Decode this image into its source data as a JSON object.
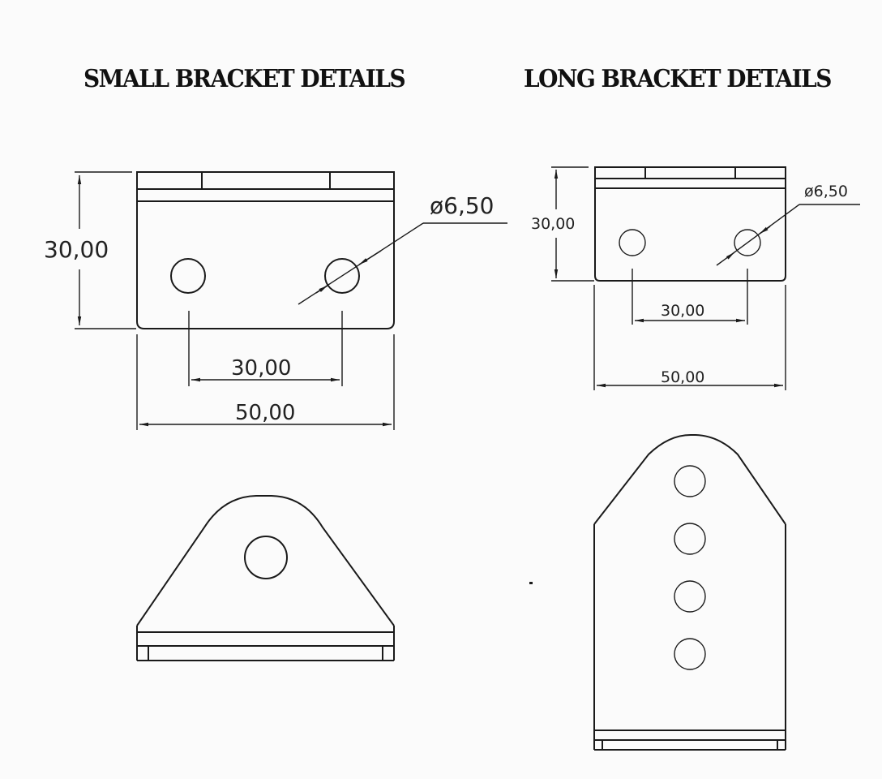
{
  "titles": {
    "small": "SMALL BRACKET DETAILS",
    "long": "LONG BRACKET DETAILS"
  },
  "small_bracket": {
    "height_dim": "30,00",
    "hole_spacing_dim": "30,00",
    "width_dim": "50,00",
    "hole_diameter_dim": "ø6,50",
    "side_view_holes": 1
  },
  "long_bracket": {
    "height_dim": "30,00",
    "hole_spacing_dim": "30,00",
    "width_dim": "50,00",
    "hole_diameter_dim": "ø6,50",
    "side_view_holes": 4
  },
  "colors": {
    "background": "#fbfbfb",
    "line": "#1a1a1a"
  }
}
